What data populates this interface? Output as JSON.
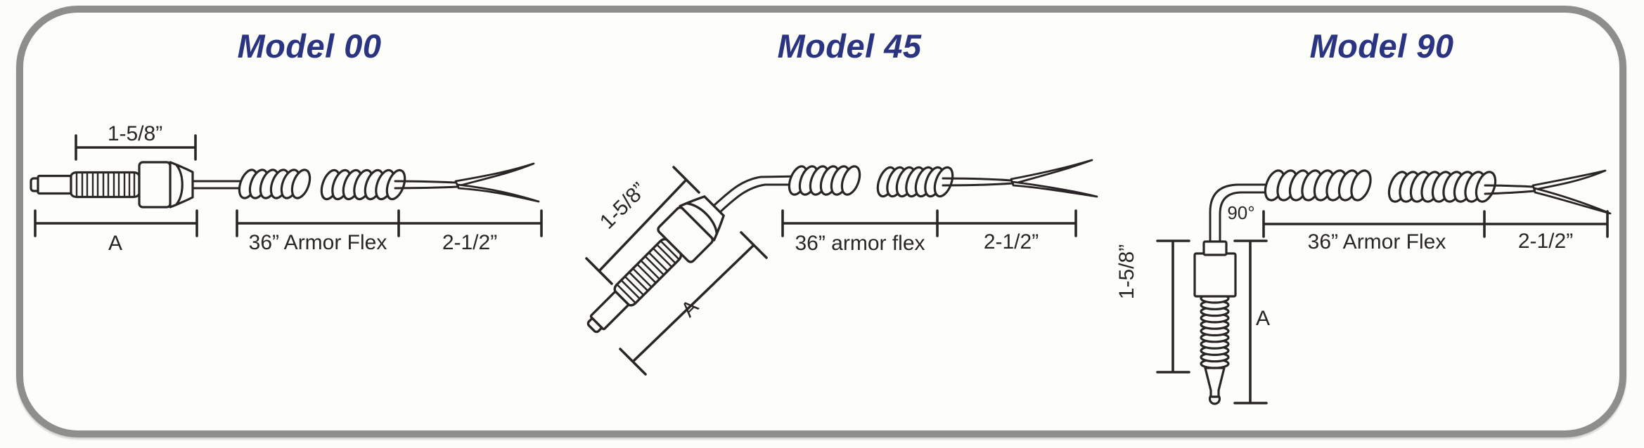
{
  "page": {
    "background": "#fcfcf8",
    "panel_border_color": "#8e8e8a",
    "line_color": "#2a2627",
    "title_color": "#2a3480"
  },
  "models": [
    {
      "title": "Model 00",
      "orientation": "straight probe, horizontal",
      "dims": {
        "top": "1-5/8”",
        "overall": "A",
        "armor": "36” Armor Flex",
        "lead": "2-1/2”"
      }
    },
    {
      "title": "Model 45",
      "orientation": "probe bent 45 degrees",
      "dims": {
        "top": "1-5/8”",
        "overall": "A",
        "armor": "36” armor flex",
        "lead": "2-1/2”"
      }
    },
    {
      "title": "Model 90",
      "orientation": "probe bent 90 degrees",
      "dims": {
        "angle": "90°",
        "top": "1-5/8”",
        "overall": "A",
        "armor": "36” Armor Flex",
        "lead": "2-1/2”"
      }
    }
  ]
}
